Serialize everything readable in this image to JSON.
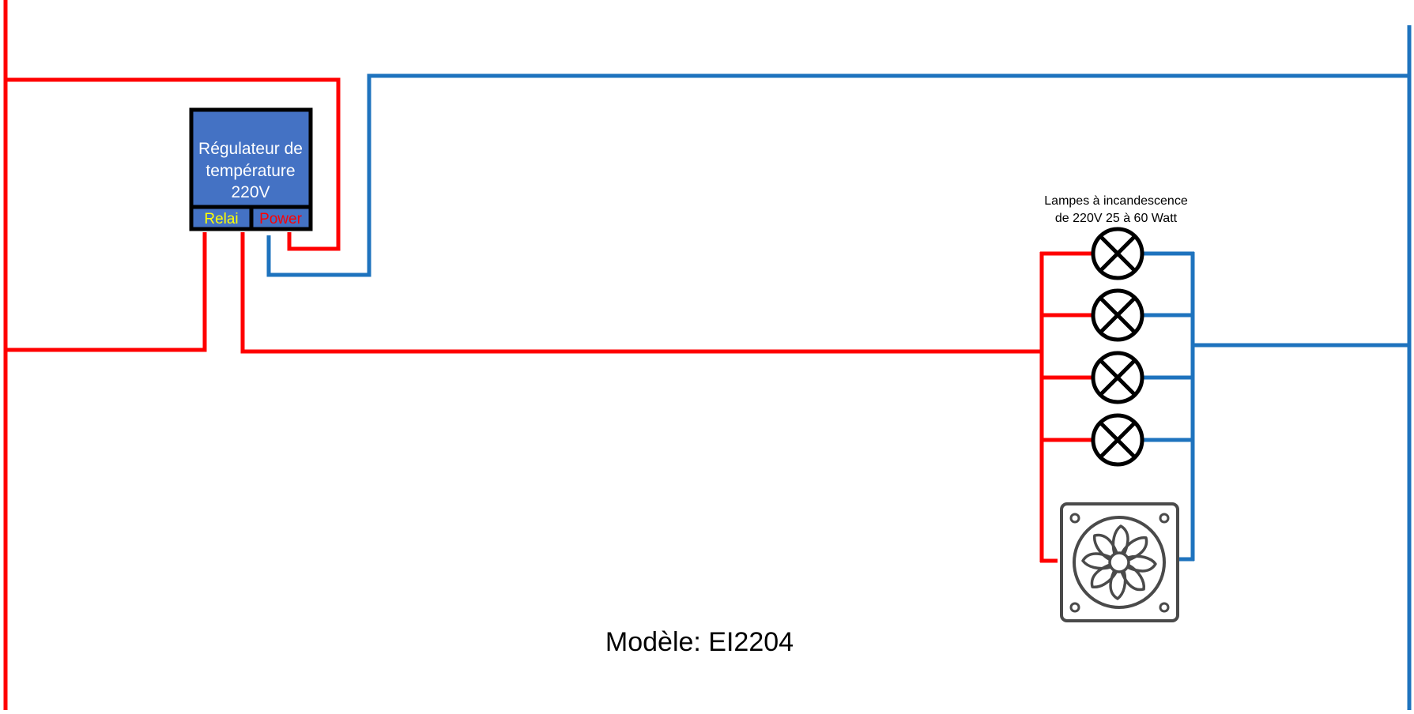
{
  "regulator": {
    "title_lines": [
      "Régulateur de",
      "température",
      "220V"
    ],
    "relay_label": "Relai",
    "power_label": "Power"
  },
  "lamps": {
    "label_lines": [
      "Lampes à incandescence",
      "de 220V 25 à 60 Watt"
    ],
    "count": 4
  },
  "fan": {
    "icon": "fan-icon"
  },
  "model": {
    "label": "Modèle: EI2204"
  },
  "colors": {
    "phase": "#ff0000",
    "neutral": "#1e73be",
    "regulator_fill": "#4472c4",
    "relay_text": "#ffff00",
    "power_text": "#ff0000"
  }
}
